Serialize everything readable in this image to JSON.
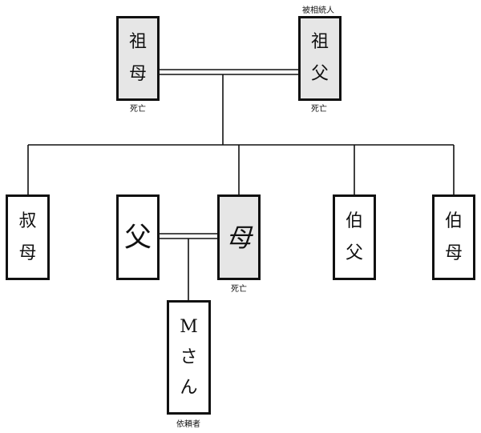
{
  "colors": {
    "line": "#111111",
    "deceased_fill": "#e6e6e6",
    "normal_fill": "#ffffff"
  },
  "people": {
    "grandmother": {
      "chars": [
        "祖",
        "母"
      ],
      "status": "死亡"
    },
    "grandfather": {
      "chars": [
        "祖",
        "父"
      ],
      "status": "死亡",
      "role": "被相続人"
    },
    "aunt_shukubo": {
      "chars": [
        "叔",
        "母"
      ]
    },
    "father": {
      "chars": [
        "父"
      ]
    },
    "mother": {
      "chars": [
        "母"
      ],
      "status": "死亡"
    },
    "uncle_hakufu": {
      "chars": [
        "伯",
        "父"
      ]
    },
    "aunt_hakubo": {
      "chars": [
        "伯",
        "母"
      ]
    },
    "client": {
      "chars": [
        "M",
        "さ",
        "ん"
      ],
      "role": "依頼者"
    }
  }
}
